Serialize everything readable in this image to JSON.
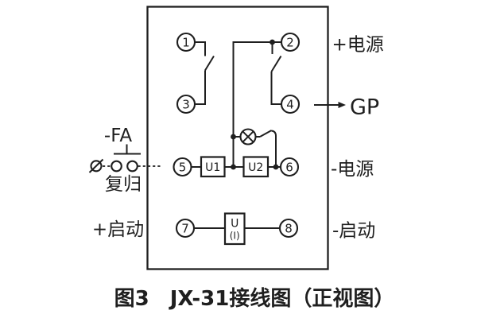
{
  "diagram": {
    "terminals": [
      "1",
      "2",
      "3",
      "4",
      "5",
      "6",
      "7",
      "8"
    ],
    "components": {
      "u1": "U1",
      "u2": "U2",
      "ui_line1": "U",
      "ui_line2": "(I)"
    },
    "left_labels": {
      "fa": "-FA",
      "reset": "复归",
      "start_plus": "+启动"
    },
    "right_labels": {
      "power_plus": "+电源",
      "gp": "GP",
      "power_minus": "-电源",
      "start_minus": "-启动"
    },
    "caption": "图3　JX-31接线图（正视图）",
    "colors": {
      "line": "#1f1f1f",
      "background": "#ffffff"
    }
  }
}
